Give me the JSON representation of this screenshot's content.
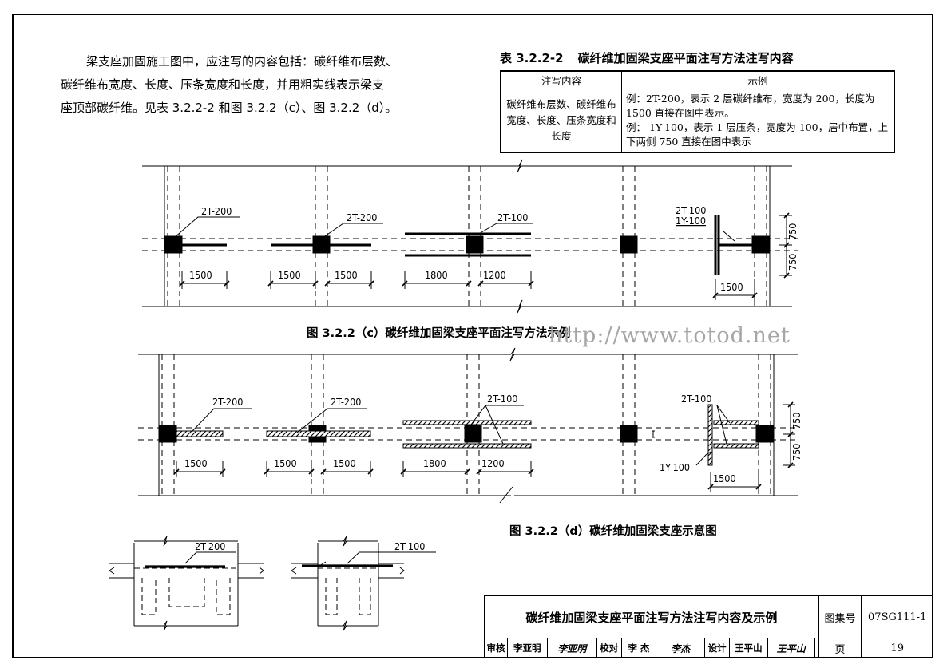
{
  "intro": {
    "line1": "梁支座加固施工图中，应注写的内容包括：碳纤维布层数、",
    "line2": "碳纤维布宽度、长度、压条宽度和长度，并用粗实线表示梁支",
    "line3": "座顶部碳纤维。见表 3.2.2-2 和图 3.2.2（c）、图 3.2.2（d）。"
  },
  "table": {
    "number": "表 3.2.2-2",
    "title": "碳纤维加固梁支座平面注写方法注写内容",
    "headers": [
      "注写内容",
      "示例"
    ],
    "content_cell": "碳纤维布层数、碳纤维布宽度、长度、压条宽度和长度",
    "example_cell": "例：2T-200，表示 2 层碳纤维布，宽度为 200，长度为 1500 直接在图中表示。\n例： 1Y-100，表示 1 层压条，宽度为 100，居中布置，上下两侧 750 直接在图中表示"
  },
  "figure_c": {
    "caption": "图 3.2.2（c）碳纤维加固梁支座平面注写方法示例",
    "labels": {
      "a": "2T-200",
      "b": "2T-200",
      "c": "2T-100",
      "d": "2T-100",
      "e": "1Y-100"
    },
    "dims": {
      "d1": "1500",
      "d2": "1500",
      "d3": "1500",
      "d4": "1800",
      "d5": "1200",
      "d6": "1500",
      "v1": "750",
      "v2": "750"
    }
  },
  "figure_d": {
    "caption": "图 3.2.2（d）碳纤维加固梁支座示意图",
    "labels": {
      "a": "2T-200",
      "b": "2T-200",
      "c": "2T-100",
      "d": "2T-100",
      "e": "1Y-100"
    },
    "dims": {
      "d1": "1500",
      "d2": "1500",
      "d3": "1500",
      "d4": "1800",
      "d5": "1200",
      "d6": "1500",
      "v1": "750",
      "v2": "750"
    }
  },
  "sections": {
    "left_label": "2T-200",
    "right_label": "2T-100"
  },
  "watermark": "http://www.totod.net",
  "title_block": {
    "title": "碳纤维加固梁支座平面注写方法注写内容及示例",
    "atlas_label": "图集号",
    "atlas_no": "07SG111-1",
    "review_label": "审核",
    "review_name": "李亚明",
    "review_sign": "李亚明",
    "check_label": "校对",
    "check_name": "李 杰",
    "check_sign": "李杰",
    "design_label": "设计",
    "design_name": "王平山",
    "design_sign": "王平山",
    "page_label": "页",
    "page_no": "19"
  }
}
